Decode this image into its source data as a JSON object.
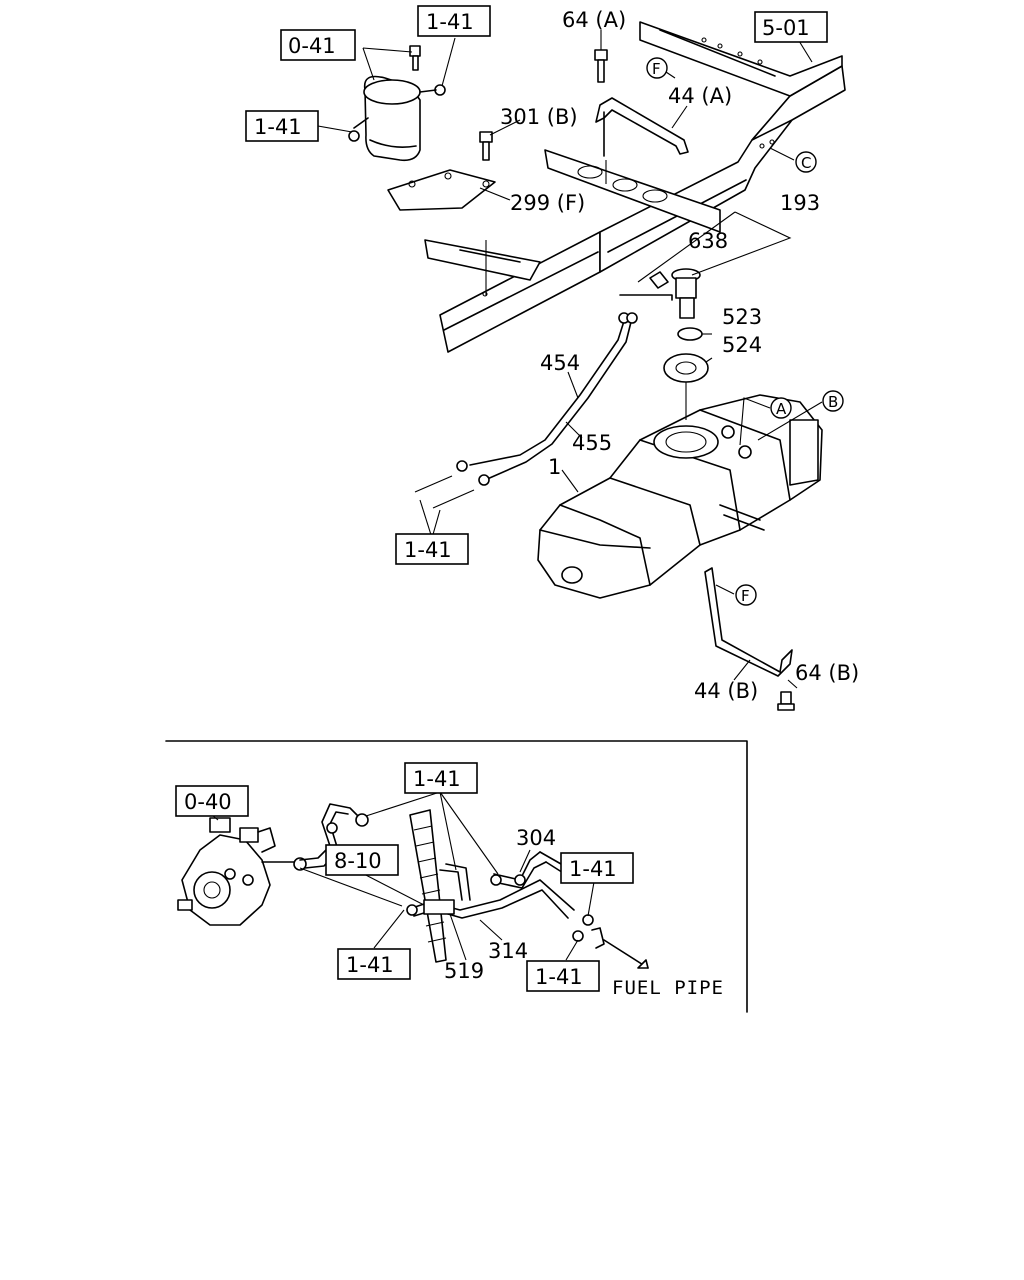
{
  "upper": {
    "refs": {
      "r_0_41": "0-41",
      "r_1_41_top": "1-41",
      "r_1_41_left": "1-41",
      "r_5_01": "5-01",
      "r_1_41_tank": "1-41"
    },
    "parts": {
      "p64a": "64 (A)",
      "p44a": "44 (A)",
      "p301b": "301 (B)",
      "p299f": "299 (F)",
      "p193": "193",
      "p638": "638",
      "p523": "523",
      "p524": "524",
      "p454": "454",
      "p455": "455",
      "p1": "1",
      "p44b": "44 (B)",
      "p64b": "64 (B)"
    },
    "markers": {
      "F1": "F",
      "C": "C",
      "A": "A",
      "B": "B",
      "F2": "F"
    }
  },
  "lower": {
    "refs": {
      "r_0_40": "0-40",
      "r_1_41_a": "1-41",
      "r_8_10": "8-10",
      "r_1_41_b": "1-41",
      "r_1_41_c": "1-41",
      "r_1_41_d": "1-41"
    },
    "parts": {
      "p304": "304",
      "p314": "314",
      "p519": "519"
    },
    "fuel_pipe": "FUEL PIPE"
  }
}
